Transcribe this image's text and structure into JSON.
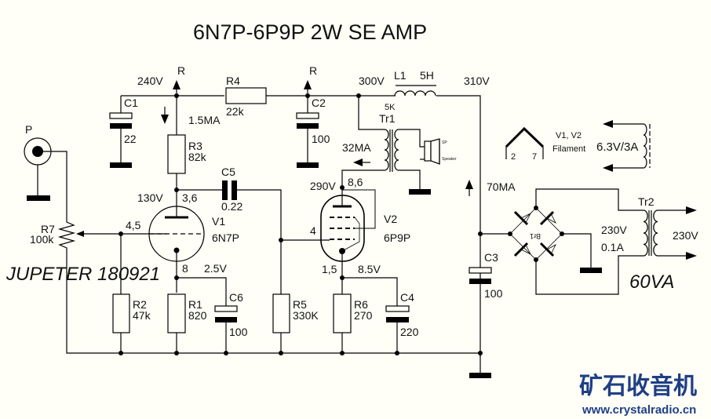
{
  "title": "6N7P-6P9P 2W SE AMP",
  "author": "JUPETER 180921",
  "power_rating": "60VA",
  "watermark": {
    "cn": "矿石收音机",
    "url": "www.crystalradio.cn",
    "color": "#1f3f86"
  },
  "input": {
    "label": "P"
  },
  "nodes": {
    "v240": "240V",
    "v300": "300V",
    "v310": "310V",
    "v130": "130V",
    "v290": "290V",
    "v2_5": "2.5V",
    "v8_5": "8.5V",
    "r_left": "R",
    "r_right": "R"
  },
  "currents": {
    "i1": "1.5MA",
    "i2": "32MA",
    "i3": "70MA"
  },
  "resistors": {
    "R1": {
      "ref": "R1",
      "value": "820"
    },
    "R2": {
      "ref": "R2",
      "value": "47k"
    },
    "R3": {
      "ref": "R3",
      "value": "82k"
    },
    "R4": {
      "ref": "R4",
      "value": "22k"
    },
    "R5": {
      "ref": "R5",
      "value": "330K"
    },
    "R6": {
      "ref": "R6",
      "value": "270"
    },
    "R7": {
      "ref": "R7",
      "value": "100k"
    }
  },
  "capacitors": {
    "C1": {
      "ref": "C1",
      "value": "22"
    },
    "C2": {
      "ref": "C2",
      "value": "100"
    },
    "C3": {
      "ref": "C3",
      "value": "100"
    },
    "C4": {
      "ref": "C4",
      "value": "220"
    },
    "C5": {
      "ref": "C5",
      "value": "0.22"
    },
    "C6": {
      "ref": "C6",
      "value": "100"
    }
  },
  "inductor": {
    "ref": "L1",
    "value": "5H"
  },
  "output_transformer": {
    "ref": "Tr1",
    "impedance": "5K",
    "speaker_label": "SP",
    "speaker_text": "Speaker"
  },
  "power_transformer": {
    "ref": "Tr2",
    "secondary": "230V",
    "secondary_current": "0.1A",
    "primary": "230V"
  },
  "rectifier": {
    "ref": "Br1"
  },
  "tubes": {
    "V1": {
      "ref": "V1",
      "type": "6N7P",
      "pin_plate": "3,6",
      "pin_grid": "4,5",
      "pin_cathode": "8"
    },
    "V2": {
      "ref": "V2",
      "type": "6P9P",
      "pin_plate": "8,6",
      "pin_grid": "4",
      "pin_cathode": "1,5"
    }
  },
  "filament": {
    "label1": "V1, V2",
    "label2": "Filament",
    "pin_a": "2",
    "pin_b": "7",
    "supply": "6.3V/3A"
  }
}
